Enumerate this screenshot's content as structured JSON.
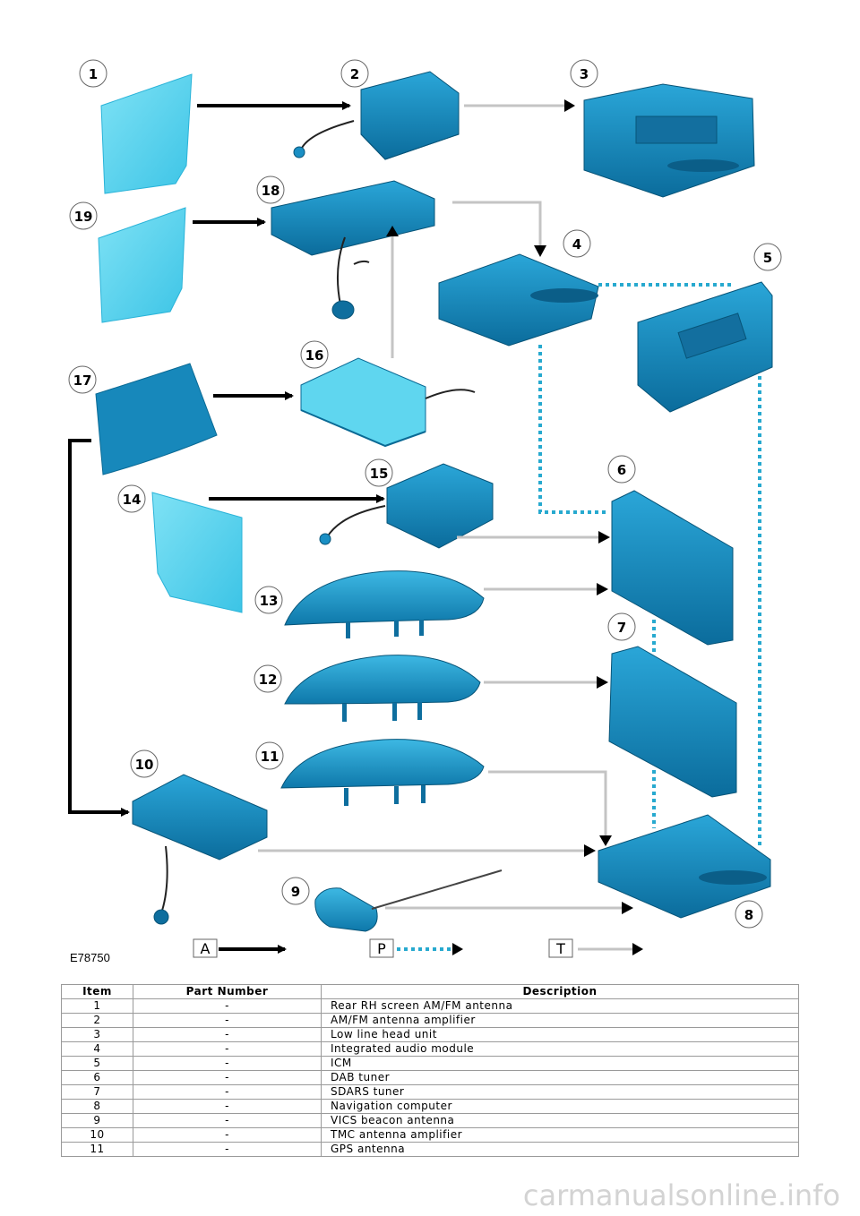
{
  "figure_id": "E78750",
  "callouts": [
    "1",
    "2",
    "3",
    "4",
    "5",
    "6",
    "7",
    "8",
    "9",
    "10",
    "11",
    "12",
    "13",
    "14",
    "15",
    "16",
    "17",
    "18",
    "19"
  ],
  "legend": {
    "a": "A",
    "p": "P",
    "t": "T"
  },
  "colors": {
    "component": "#1a8fc4",
    "component_dark": "#0d6a9a",
    "glass": "#5fd6ef",
    "connector_p": "#27a9cf",
    "connector_t": "#c4c4c4",
    "connector_a": "#000000"
  },
  "table": {
    "headers": [
      "Item",
      "Part Number",
      "Description"
    ],
    "rows": [
      [
        "1",
        "-",
        "Rear RH screen AM/FM antenna"
      ],
      [
        "2",
        "-",
        "AM/FM antenna amplifier"
      ],
      [
        "3",
        "-",
        "Low line head unit"
      ],
      [
        "4",
        "-",
        "Integrated audio module"
      ],
      [
        "5",
        "-",
        "ICM"
      ],
      [
        "6",
        "-",
        "DAB tuner"
      ],
      [
        "7",
        "-",
        "SDARS tuner"
      ],
      [
        "8",
        "-",
        "Navigation computer"
      ],
      [
        "9",
        "-",
        "VICS beacon antenna"
      ],
      [
        "10",
        "-",
        "TMC antenna amplifier"
      ],
      [
        "11",
        "-",
        "GPS antenna"
      ]
    ]
  },
  "watermark": "carmanualsonline.info"
}
